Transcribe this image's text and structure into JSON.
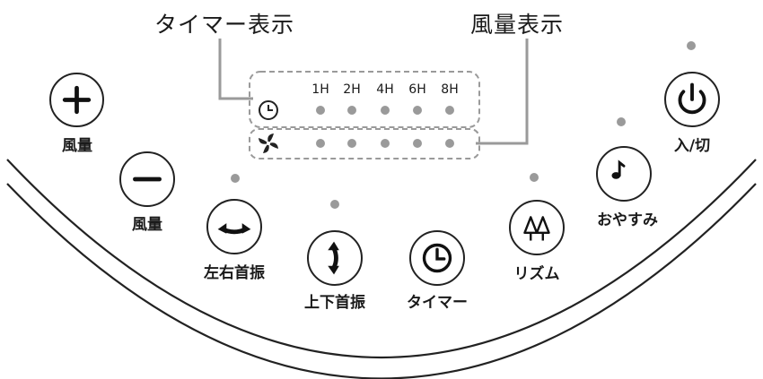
{
  "callouts": {
    "timer_display": "タイマー表示",
    "fan_speed_display": "風量表示"
  },
  "display": {
    "timer_hours": [
      "1H",
      "2H",
      "4H",
      "6H",
      "8H"
    ],
    "timer_icon": "clock-icon",
    "fan_icon": "fan-icon"
  },
  "buttons": {
    "fan_up": {
      "label": "風量",
      "icon": "plus-icon"
    },
    "fan_down": {
      "label": "風量",
      "icon": "minus-icon"
    },
    "horizontal_swing": {
      "label": "左右首振",
      "icon": "horizontal-swing-icon"
    },
    "vertical_swing": {
      "label": "上下首振",
      "icon": "vertical-swing-icon"
    },
    "timer": {
      "label": "タイマー",
      "icon": "clock-icon"
    },
    "rhythm": {
      "label": "リズム",
      "icon": "trees-icon"
    },
    "sleep": {
      "label": "おやすみ",
      "icon": "sleep-note-moon-icon"
    },
    "power": {
      "label": "入/切",
      "icon": "power-icon"
    }
  },
  "colors": {
    "line": "#222222",
    "indicator": "#9a9a9a",
    "dashed_box": "#9a9a9a"
  }
}
